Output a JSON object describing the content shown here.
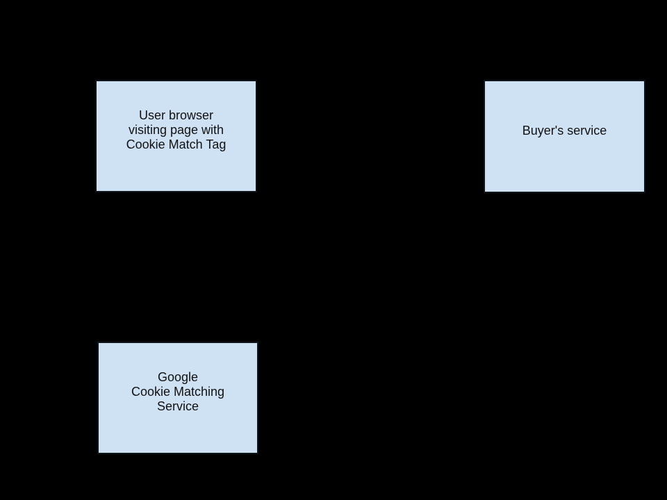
{
  "diagram": {
    "type": "flow-diagram",
    "background_color": "#000000",
    "node_fill_color": "#cfe2f3",
    "node_border_color": "#10151a",
    "node_text_color": "#111111",
    "nodes": [
      {
        "id": "user-browser",
        "lines": [
          "User browser",
          "visiting page with",
          "Cookie Match Tag"
        ]
      },
      {
        "id": "buyers-service",
        "lines": [
          "Buyer's service"
        ]
      },
      {
        "id": "google-cookie-matching-service",
        "lines": [
          "Google",
          "Cookie Matching",
          "Service"
        ]
      }
    ]
  }
}
